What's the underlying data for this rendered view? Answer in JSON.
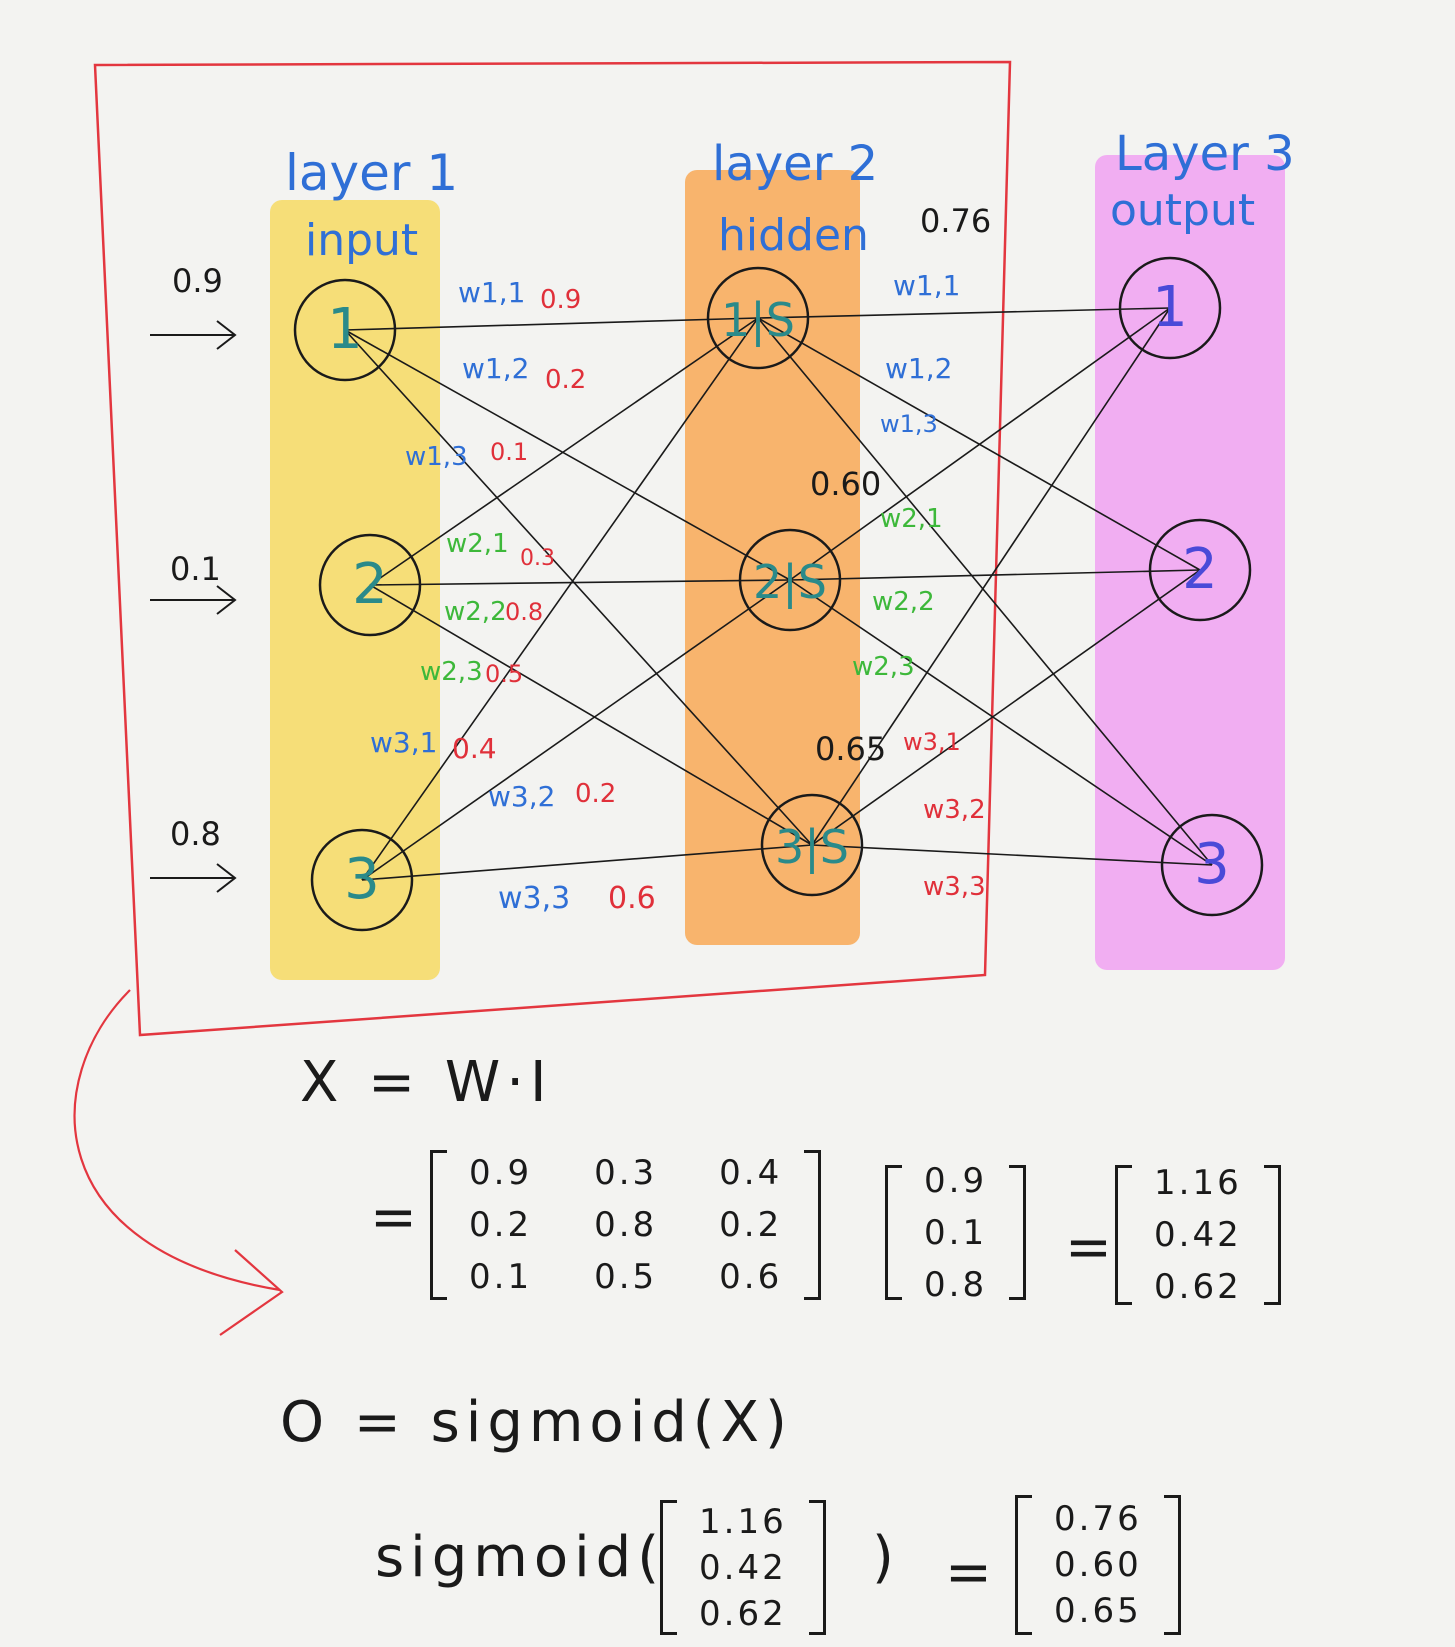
{
  "network": {
    "layers": [
      {
        "title": "layer 1",
        "subtitle": "input",
        "nodes": [
          "1",
          "2",
          "3"
        ]
      },
      {
        "title": "layer 2",
        "subtitle": "hidden",
        "nodes": [
          "1|S",
          "2|S",
          "3|S"
        ]
      },
      {
        "title": "Layer 3",
        "subtitle": "output",
        "nodes": [
          "1",
          "2",
          "3"
        ]
      }
    ],
    "inputs": [
      "0.9",
      "0.1",
      "0.8"
    ],
    "hidden_outputs": [
      "0.76",
      "0.60",
      "0.65"
    ],
    "weights_input_hidden": [
      {
        "label": "w1,1",
        "value": "0.9"
      },
      {
        "label": "w1,2",
        "value": "0.2"
      },
      {
        "label": "w1,3",
        "value": "0.1"
      },
      {
        "label": "w2,1",
        "value": "0.3"
      },
      {
        "label": "w2,2",
        "value": "0.8"
      },
      {
        "label": "w2,3",
        "value": "0.5"
      },
      {
        "label": "w3,1",
        "value": "0.4"
      },
      {
        "label": "w3,2",
        "value": "0.2"
      },
      {
        "label": "w3,3",
        "value": "0.6"
      }
    ],
    "weights_hidden_output": [
      "w1,1",
      "w1,2",
      "w1,3",
      "w2,1",
      "w2,2",
      "w2,3",
      "w3,1",
      "w3,2",
      "w3,3"
    ]
  },
  "equations": {
    "linear": "X = W·I",
    "eq_sign": "=",
    "times_eq": "=",
    "W": [
      [
        "0.9",
        "0.3",
        "0.4"
      ],
      [
        "0.2",
        "0.8",
        "0.2"
      ],
      [
        "0.1",
        "0.5",
        "0.6"
      ]
    ],
    "I": [
      "0.9",
      "0.1",
      "0.8"
    ],
    "X": [
      "1.16",
      "0.42",
      "0.62"
    ],
    "activation": "O = sigmoid(X)",
    "sigmoid_call": "sigmoid(",
    "sigmoid_close": ")",
    "sigmoid_in": [
      "1.16",
      "0.42",
      "0.62"
    ],
    "sigmoid_eq": "=",
    "O": [
      "0.76",
      "0.60",
      "0.65"
    ]
  },
  "colors": {
    "input_band": "#f6dc6a",
    "hidden_band": "#f8ad5e",
    "output_band": "#f1a6f2",
    "frame": "#e3363f",
    "blue": "#2f6fd6",
    "red": "#e0303a",
    "green": "#3db83a"
  }
}
